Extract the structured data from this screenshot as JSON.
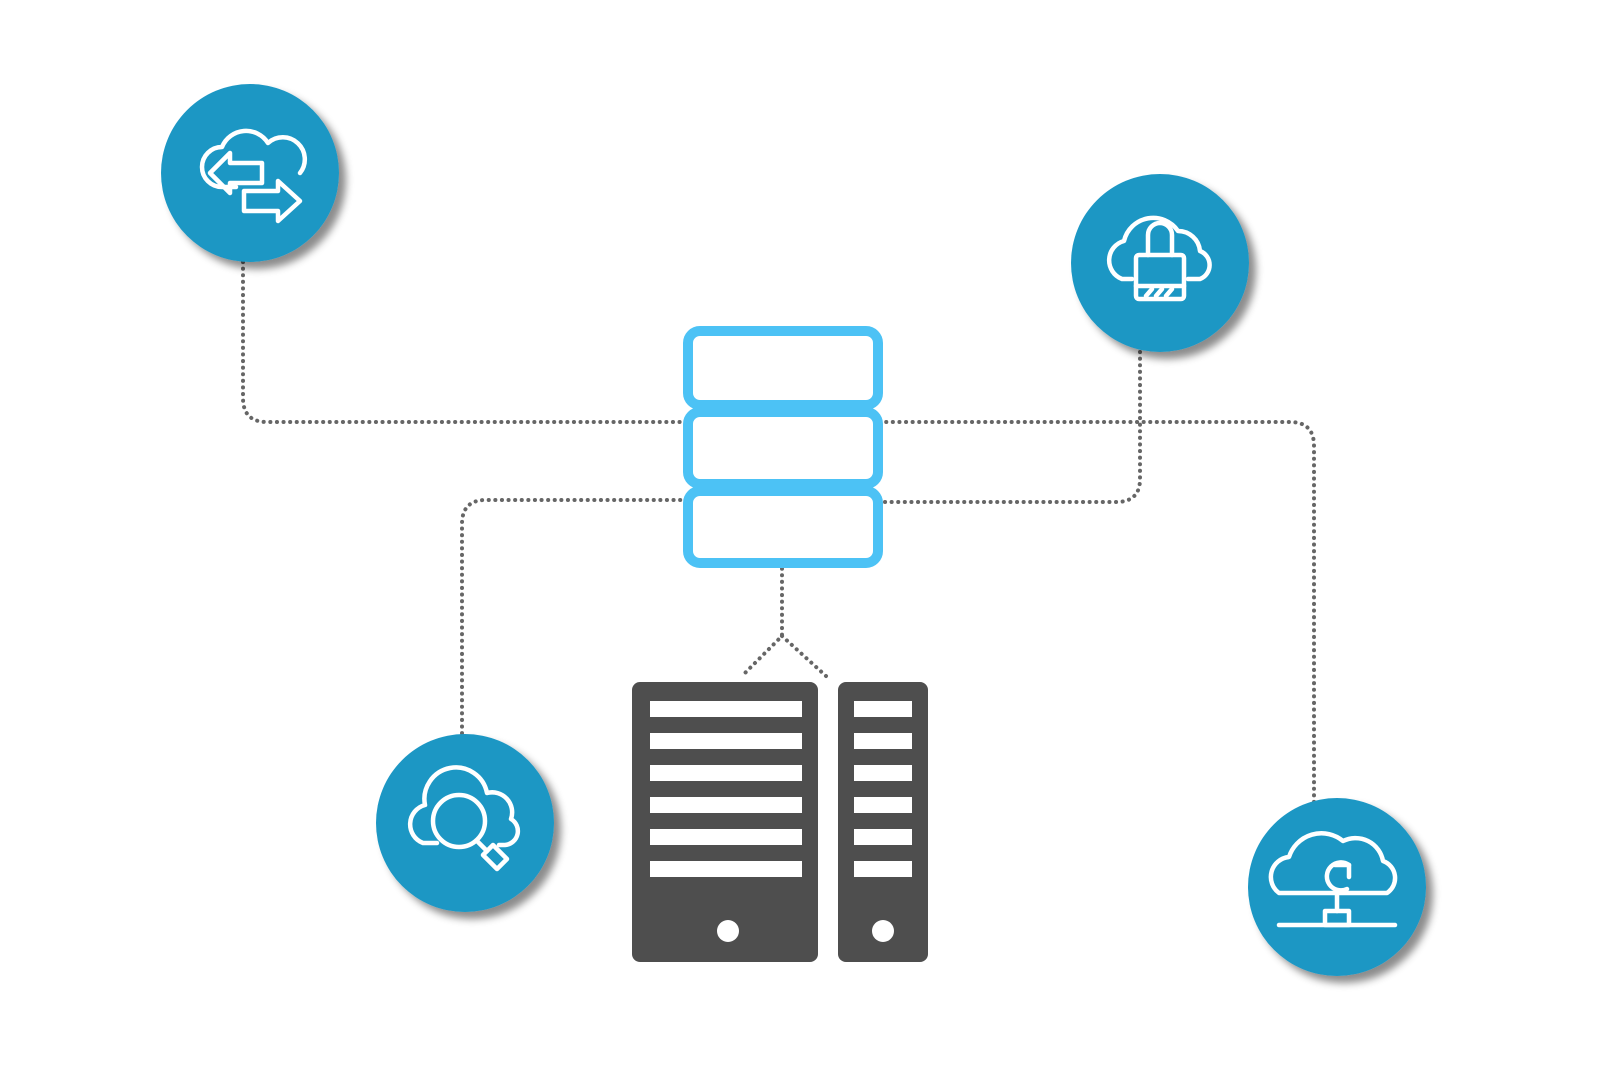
{
  "colors": {
    "badge_fill": "#1e97c4",
    "icon_stroke": "#ffffff",
    "database_stroke": "#4cc2f5",
    "server_fill": "#4e4e4e",
    "connector": "#666666",
    "background": "#ffffff"
  },
  "nodes": [
    {
      "id": "cloud-transfer",
      "icon": "cloud-transfer-icon"
    },
    {
      "id": "cloud-lock",
      "icon": "cloud-lock-icon"
    },
    {
      "id": "cloud-search",
      "icon": "cloud-search-icon"
    },
    {
      "id": "cloud-sync-network",
      "icon": "cloud-sync-network-icon"
    },
    {
      "id": "database",
      "icon": "database-stack-icon"
    },
    {
      "id": "server",
      "icon": "server-tower-icon"
    }
  ],
  "edges": [
    {
      "from": "cloud-transfer",
      "to": "database"
    },
    {
      "from": "database",
      "to": "cloud-sync-network"
    },
    {
      "from": "cloud-lock",
      "to": "database"
    },
    {
      "from": "database",
      "to": "cloud-search"
    },
    {
      "from": "database",
      "to": "server"
    }
  ]
}
